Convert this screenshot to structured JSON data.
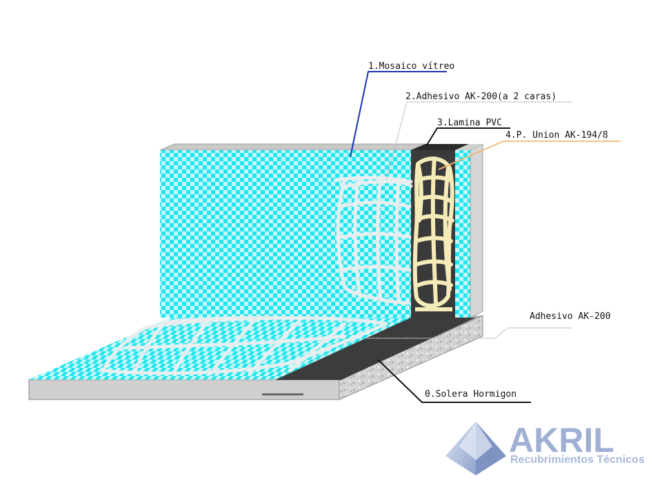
{
  "labels": {
    "mosaico": "1.Mosaico vítreo",
    "adhesivo_2caras": "2.Adhesivo AK-200(a 2 caras)",
    "lamina": "3.Lamina PVC",
    "union": "4.P. Union AK-194/8",
    "adhesivo": "Adhesivo AK-200",
    "solera": "0.Solera Hormigon"
  },
  "brand": {
    "name": "AKRIL",
    "subtitle": "Recubrimientos Técnicos"
  },
  "colors": {
    "tile_cyan": "#22e6ee",
    "tile_light": "#c8f6f8",
    "slab_gray": "#c8c8c8",
    "pvc_dark": "#3a3a3a",
    "union_cream": "#f6edbb",
    "leader_mosaico": "#1a2fb8",
    "leader_union": "#f0b878",
    "leader_gray": "#bdbdbd",
    "leader_black": "#111111",
    "brand": "#9fb0d4"
  }
}
